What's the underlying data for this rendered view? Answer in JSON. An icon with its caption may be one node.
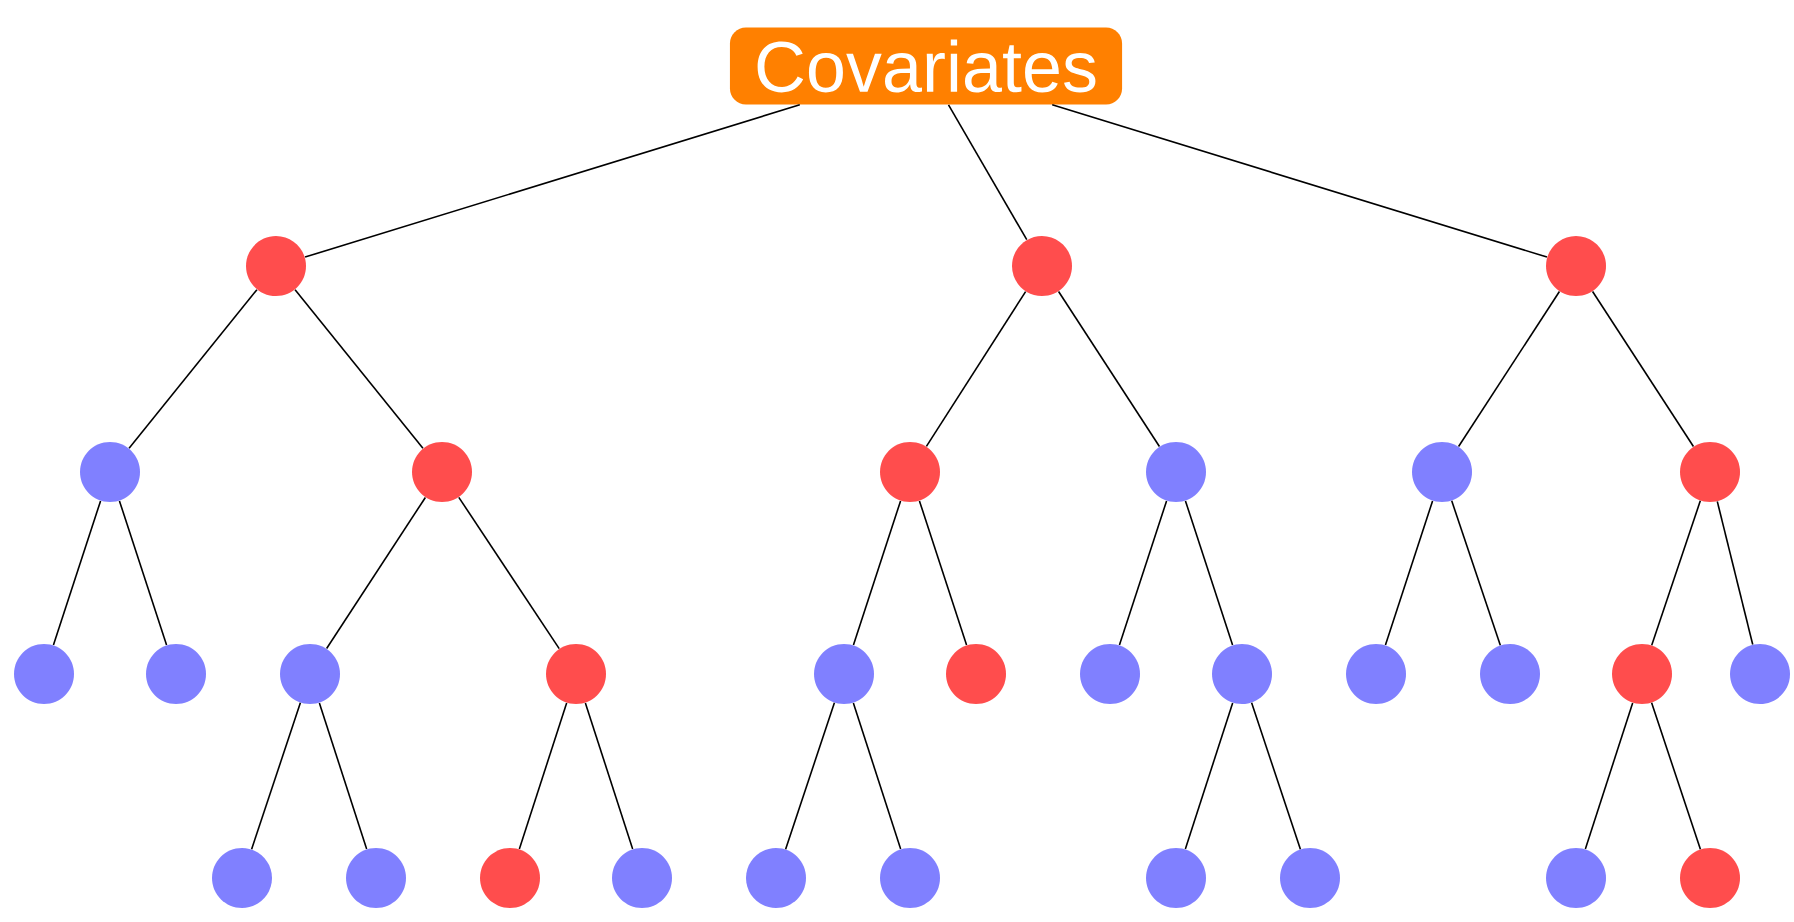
{
  "diagram": {
    "nodes": [
      {
        "text": [
          "Covariates"
        ]
      },
      {
        "text": [],
        "shape": "circle"
      },
      {
        "text": [],
        "shape": "circle"
      },
      {
        "text": [],
        "shape": "circle"
      },
      {
        "text": [],
        "shape": "circle"
      },
      {
        "text": [],
        "shape": "circle"
      },
      {
        "text": [],
        "shape": "circle"
      },
      {
        "text": [],
        "shape": "circle"
      },
      {
        "text": [],
        "shape": "circle"
      },
      {
        "text": [],
        "shape": "circle"
      },
      {
        "text": [],
        "shape": "circle"
      },
      {
        "text": [],
        "shape": "circle"
      },
      {
        "text": [],
        "shape": "circle"
      },
      {
        "text": [],
        "shape": "circle"
      },
      {
        "text": [],
        "shape": "circle"
      },
      {
        "text": [],
        "shape": "circle"
      },
      {
        "text": [],
        "shape": "circle"
      },
      {
        "text": [],
        "shape": "circle"
      },
      {
        "text": [],
        "shape": "circle"
      },
      {
        "text": [],
        "shape": "circle"
      },
      {
        "text": [],
        "shape": "circle"
      },
      {
        "text": [],
        "shape": "circle"
      },
      {
        "text": [],
        "shape": "circle"
      },
      {
        "text": [],
        "shape": "circle"
      },
      {
        "text": [],
        "shape": "circle"
      },
      {
        "text": [],
        "shape": "circle"
      },
      {
        "text": [],
        "shape": "circle"
      },
      {
        "text": [],
        "shape": "circle"
      },
      {
        "text": [],
        "shape": "circle"
      },
      {
        "text": [],
        "shape": "circle"
      },
      {
        "text": [],
        "shape": "circle"
      },
      {
        "text": [],
        "shape": "circle"
      }
    ],
    "edges": [
      {
        "from": 0,
        "to": 1,
        "arrow": "none"
      },
      {
        "from": 0,
        "to": 2,
        "arrow": "none"
      },
      {
        "from": 0,
        "to": 3,
        "arrow": "none"
      },
      {
        "from": 1,
        "to": 4,
        "arrow": "none"
      },
      {
        "from": 1,
        "to": 5,
        "arrow": "none"
      },
      {
        "from": 2,
        "to": 6,
        "arrow": "none"
      },
      {
        "from": 2,
        "to": 7,
        "arrow": "none"
      },
      {
        "from": 3,
        "to": 8,
        "arrow": "none"
      },
      {
        "from": 3,
        "to": 9,
        "arrow": "none"
      },
      {
        "from": 4,
        "to": 10,
        "arrow": "none"
      },
      {
        "from": 4,
        "to": 11,
        "arrow": "none"
      },
      {
        "from": 5,
        "to": 12,
        "arrow": "none"
      },
      {
        "from": 5,
        "to": 13,
        "arrow": "none"
      },
      {
        "from": 6,
        "to": 14,
        "arrow": "none"
      },
      {
        "from": 6,
        "to": 15,
        "arrow": "none"
      },
      {
        "from": 7,
        "to": 16,
        "arrow": "none"
      },
      {
        "from": 7,
        "to": 17,
        "arrow": "none"
      },
      {
        "from": 8,
        "to": 18,
        "arrow": "none"
      },
      {
        "from": 8,
        "to": 19,
        "arrow": "none"
      },
      {
        "from": 9,
        "to": 20,
        "arrow": "none"
      },
      {
        "from": 9,
        "to": 21,
        "arrow": "none"
      },
      {
        "from": 12,
        "to": 22,
        "arrow": "none"
      },
      {
        "from": 12,
        "to": 23,
        "arrow": "none"
      },
      {
        "from": 13,
        "to": 24,
        "arrow": "none"
      },
      {
        "from": 13,
        "to": 25,
        "arrow": "none"
      },
      {
        "from": 14,
        "to": 26,
        "arrow": "none"
      },
      {
        "from": 14,
        "to": 27,
        "arrow": "none"
      },
      {
        "from": 17,
        "to": 28,
        "arrow": "none"
      },
      {
        "from": 17,
        "to": 29,
        "arrow": "none"
      },
      {
        "from": 20,
        "to": 30,
        "arrow": "none"
      },
      {
        "from": 20,
        "to": 31,
        "arrow": "none"
      }
    ]
  }
}
